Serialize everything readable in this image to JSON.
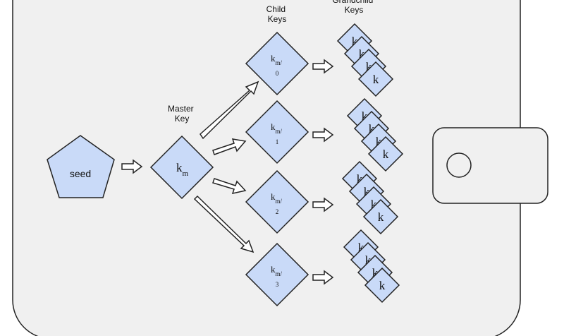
{
  "labels": {
    "seed": "seed",
    "master_key_title": "Master\nKey",
    "child_keys_title": "Child\nKeys",
    "grandchild_keys_title": "Grandchild\nKeys"
  },
  "master": {
    "k": "k",
    "sub": "m"
  },
  "children": [
    {
      "k": "k",
      "sub": "m/",
      "index": "0"
    },
    {
      "k": "k",
      "sub": "m/",
      "index": "1"
    },
    {
      "k": "k",
      "sub": "m/",
      "index": "2"
    },
    {
      "k": "k",
      "sub": "m/",
      "index": "3"
    }
  ],
  "grandchild_label": "k",
  "colors": {
    "wallet_fill": "#f0f0f0",
    "key_fill": "#c9daf8",
    "stroke": "#222222"
  },
  "icons": {
    "clasp_button": "circle",
    "arrows": "hollow-arrow"
  }
}
